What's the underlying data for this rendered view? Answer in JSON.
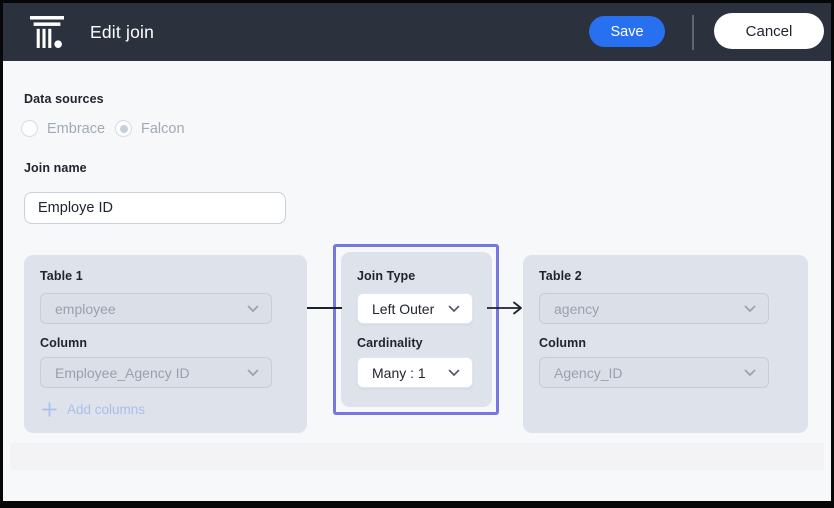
{
  "header": {
    "title": "Edit join",
    "save_label": "Save",
    "cancel_label": "Cancel",
    "logo": "thoughtspot-logo"
  },
  "colors": {
    "header_bg": "#2b313d",
    "save_blue": "#2770ef",
    "body_bg": "#f6f8fa",
    "card_bg": "#dee2ea",
    "selection_purple": "#7678e0",
    "add_link_blue": "#a9c0ed",
    "disabled_text": "#99a1ae",
    "label_text": "#20242e"
  },
  "data_sources": {
    "label": "Data sources",
    "options": [
      {
        "label": "Embrace",
        "selected": false
      },
      {
        "label": "Falcon",
        "selected": true
      }
    ]
  },
  "join_name": {
    "label": "Join name",
    "value": "Employe ID"
  },
  "join_builder": {
    "table1": {
      "title": "Table 1",
      "table_value": "employee",
      "column_label": "Column",
      "column_value": "Employee_Agency ID",
      "add_columns_label": "Add columns"
    },
    "join_config": {
      "join_type_label": "Join Type",
      "join_type_value": "Left Outer",
      "cardinality_label": "Cardinality",
      "cardinality_value": "Many : 1"
    },
    "table2": {
      "title": "Table 2",
      "table_value": "agency",
      "column_label": "Column",
      "column_value": "Agency_ID"
    }
  }
}
